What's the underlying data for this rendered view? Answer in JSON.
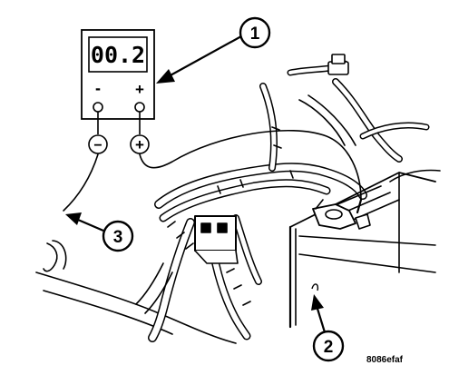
{
  "meter": {
    "reading": "00.2",
    "neg_terminal": "-",
    "pos_terminal": "+",
    "neg_probe": "−",
    "pos_probe": "+"
  },
  "callouts": [
    "1",
    "2",
    "3"
  ],
  "figure_code": "8086efaf"
}
